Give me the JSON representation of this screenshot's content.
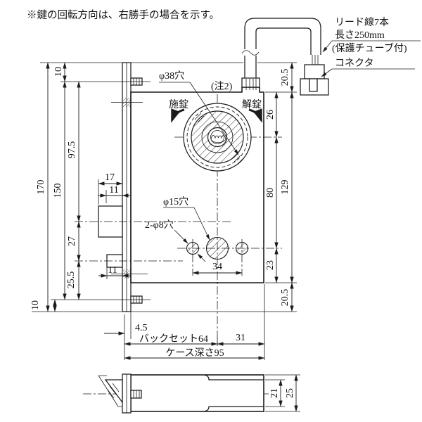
{
  "note": "※鍵の回転方向は、右勝手の場合を示す。",
  "callouts": {
    "lead1": "リード線7本",
    "lead2": "長さ250mm",
    "lead3": "(保護チューブ付)",
    "connector": "コネクタ",
    "hole38": "φ38穴",
    "note2": "(注2)",
    "lock": "施錠",
    "unlock": "解錠",
    "hole15": "φ15穴",
    "holes8": "2-φ8穴"
  },
  "dims": {
    "d10t": "10",
    "d97": "97.5",
    "d170": "170",
    "d150": "150",
    "d17": "17",
    "d11t": "11",
    "d27": "27",
    "d255": "25.5",
    "d10b": "10",
    "d11b": "11",
    "d45": "4.5",
    "d34": "34",
    "d26": "26",
    "d80": "80",
    "d129": "129",
    "d23": "23",
    "d205t": "20.5",
    "d205b": "20.5",
    "d31": "31",
    "backset": "バックセット64",
    "depth": "ケース深さ95",
    "d21": "21",
    "d25": "25"
  },
  "colors": {
    "line": "#1b1b1b",
    "background": "#ffffff"
  }
}
